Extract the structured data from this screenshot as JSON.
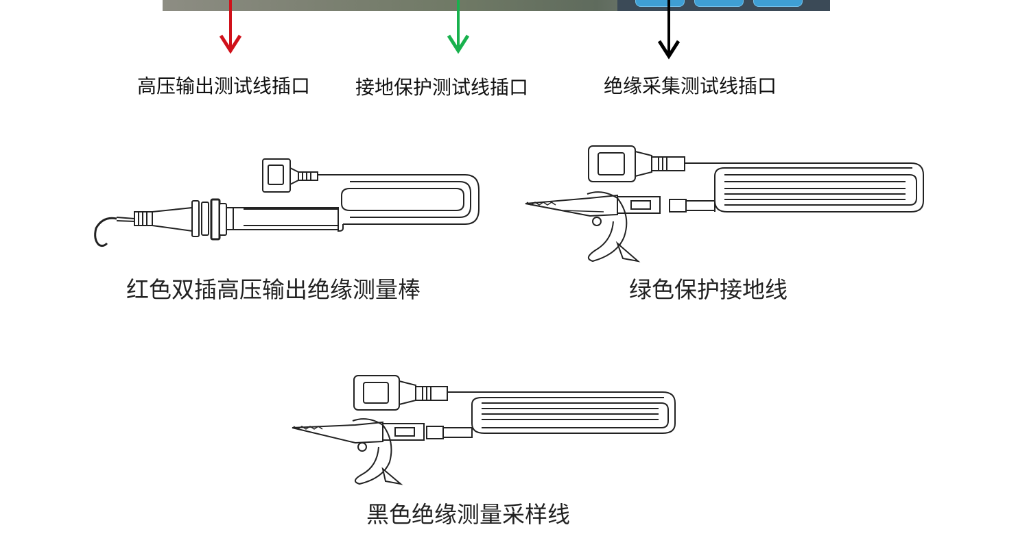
{
  "port_labels": {
    "hv_output": "高压输出测试线插口",
    "ground_protect": "接地保护测试线插口",
    "insulation_collect": "绝缘采集测试线插口"
  },
  "cable_labels": {
    "red_probe": "红色双插高压输出绝缘测量棒",
    "green_ground": "绿色保护接地线",
    "black_sample": "黑色绝缘测量采样线"
  },
  "colors": {
    "red_arrow": "#d0111a",
    "green_arrow": "#18b14d",
    "black_arrow": "#000000",
    "button_blue": "#3f9fd4"
  }
}
